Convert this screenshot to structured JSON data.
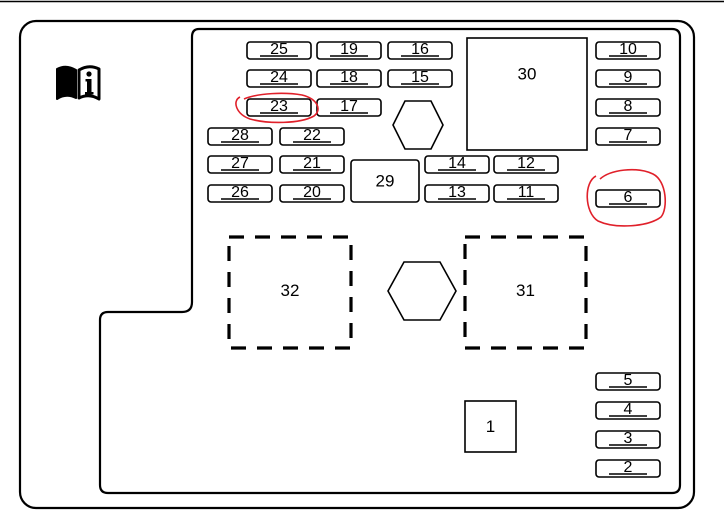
{
  "diagram": {
    "title": "",
    "colors": {
      "line": "#000000",
      "annotation": "#e0202a",
      "background": "#ffffff"
    },
    "info_icon": "manual-info-icon",
    "fuses": [
      {
        "label": "25"
      },
      {
        "label": "19"
      },
      {
        "label": "16"
      },
      {
        "label": "24"
      },
      {
        "label": "18"
      },
      {
        "label": "15"
      },
      {
        "label": "23"
      },
      {
        "label": "17"
      },
      {
        "label": "28"
      },
      {
        "label": "22"
      },
      {
        "label": "27"
      },
      {
        "label": "21"
      },
      {
        "label": "26"
      },
      {
        "label": "20"
      },
      {
        "label": "14"
      },
      {
        "label": "12"
      },
      {
        "label": "13"
      },
      {
        "label": "11"
      },
      {
        "label": "10"
      },
      {
        "label": "9"
      },
      {
        "label": "8"
      },
      {
        "label": "7"
      },
      {
        "label": "6"
      },
      {
        "label": "5"
      },
      {
        "label": "4"
      },
      {
        "label": "3"
      },
      {
        "label": "2"
      }
    ],
    "relays": [
      {
        "label": "30"
      },
      {
        "label": "29"
      },
      {
        "label": "1"
      }
    ],
    "dashed_blocks": [
      {
        "label": "32"
      },
      {
        "label": "31"
      }
    ],
    "circled": [
      "23",
      "6"
    ]
  }
}
